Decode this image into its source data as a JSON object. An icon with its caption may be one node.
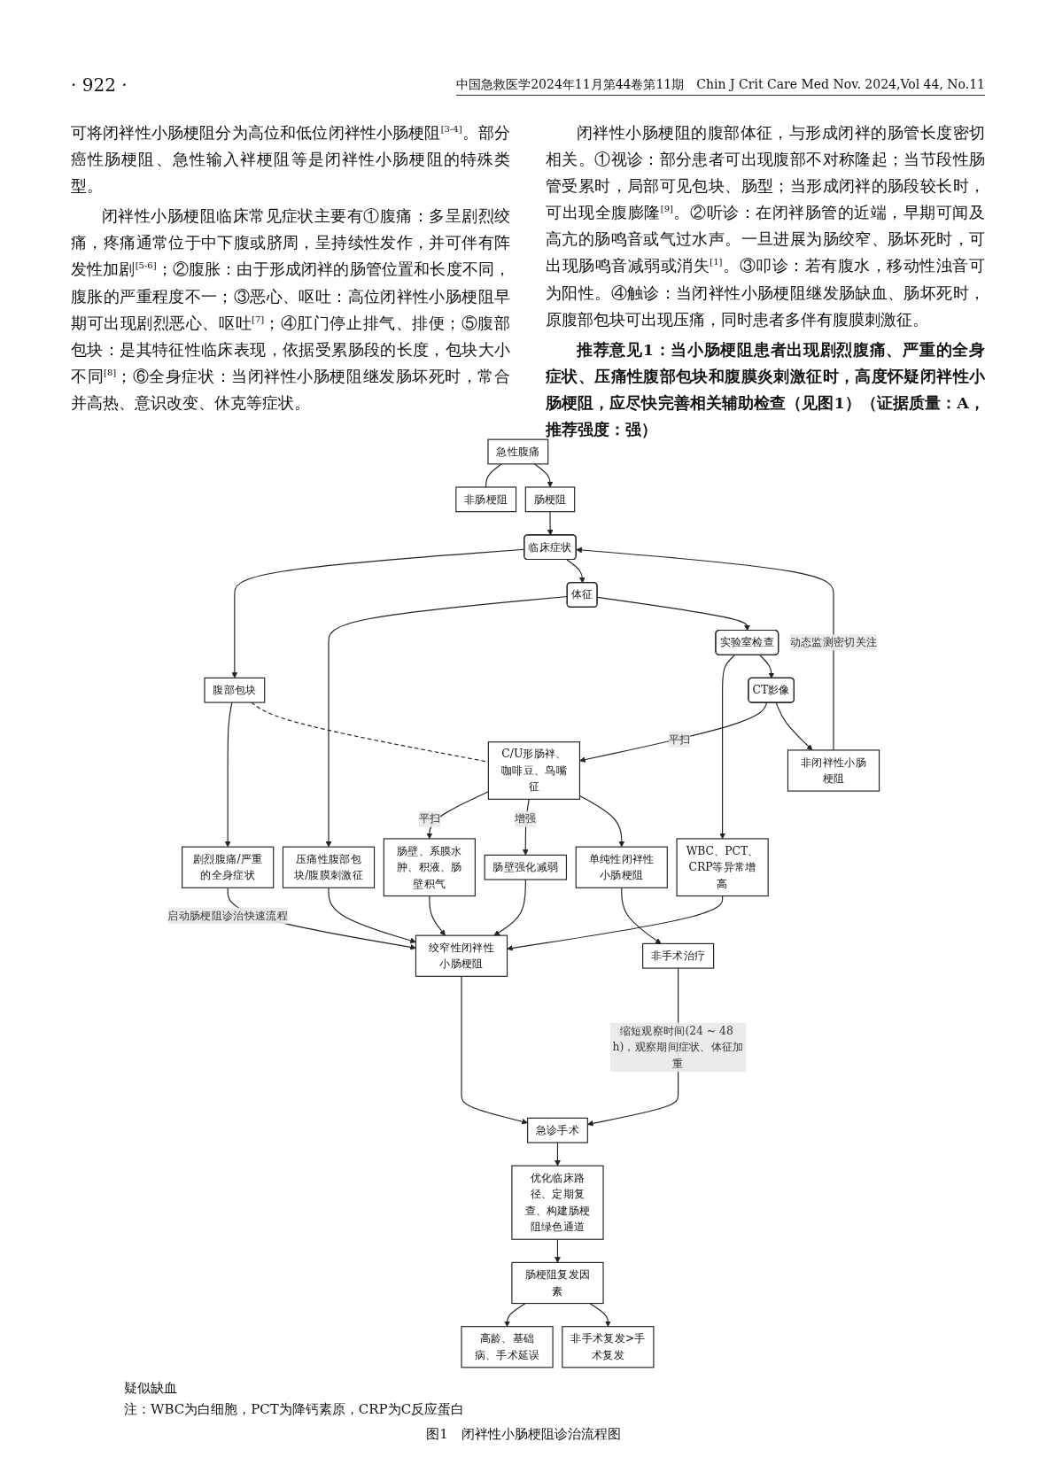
{
  "diagram": {
    "caption": "图1　闭袢性小肠梗阻诊治流程图",
    "nodes": [
      {
        "text": [
          "急性腹痛"
        ]
      },
      {
        "text": [
          "非肠梗阻"
        ]
      },
      {
        "text": [
          "肠梗阻"
        ]
      },
      {
        "text": [
          "临床症状"
        ]
      },
      {
        "text": [
          "腹部包块"
        ]
      },
      {
        "text": [
          "剧烈腹痛/严重的全身症状"
        ]
      },
      {
        "text": [
          "体征"
        ]
      },
      {
        "text": [
          "压痛性腹部包块/腹膜刺激征"
        ]
      },
      {
        "text": [
          "实验室检查"
        ]
      },
      {
        "text": [
          "WBC、PCT、CRP等异常增高"
        ]
      },
      {
        "text": [
          "CT影像"
        ]
      },
      {
        "text": [
          "C/U形肠袢、咖啡豆、鸟嘴征"
        ]
      },
      {
        "text": [
          "肠壁、系膜水肿、积液、肠壁积气"
        ]
      },
      {
        "text": [
          "肠壁强化减弱"
        ]
      },
      {
        "text": [
          "非闭袢性小肠梗阻"
        ]
      },
      {
        "text": [
          "单纯性闭袢性小肠梗阻"
        ]
      },
      {
        "text": [
          "绞窄性闭袢性小肠梗阻"
        ]
      },
      {
        "text": [
          "非手术治疗"
        ]
      },
      {
        "text": [
          "急诊手术"
        ]
      },
      {
        "text": [
          "优化临床路径、定期复查、构建肠梗阻绿色通道"
        ]
      },
      {
        "text": [
          "肠梗阻复发因素"
        ]
      },
      {
        "text": [
          "高龄、基础病、手术延误"
        ]
      },
      {
        "text": [
          "非手术复发>手术复发"
        ]
      }
    ],
    "edges": [
      {
        "from": 0,
        "to": 1,
        "arrow": "none"
      },
      {
        "from": 0,
        "to": 2,
        "arrow": "to"
      },
      {
        "from": 2,
        "to": 3,
        "arrow": "to"
      },
      {
        "from": 3,
        "to": 4,
        "arrow": "to"
      },
      {
        "from": 4,
        "to": 5,
        "arrow": "to"
      },
      {
        "from": 3,
        "to": 6,
        "arrow": "to"
      },
      {
        "from": 6,
        "to": 7,
        "arrow": "to"
      },
      {
        "from": 6,
        "to": 8,
        "arrow": "to"
      },
      {
        "from": 8,
        "to": 9,
        "arrow": "to"
      },
      {
        "from": 8,
        "to": 10,
        "arrow": "to"
      },
      {
        "from": 10,
        "to": 11,
        "label": "平扫",
        "arrow": "to"
      },
      {
        "from": 4,
        "to": 11,
        "arrow": "none",
        "style": "dashed"
      },
      {
        "from": 11,
        "to": 12,
        "label": "平扫",
        "arrow": "to"
      },
      {
        "from": 11,
        "to": 13,
        "label": "增强",
        "arrow": "to"
      },
      {
        "from": 5,
        "to": 16,
        "label": "启动肠梗阻诊治快速流程",
        "arrow": "to"
      },
      {
        "from": 7,
        "to": 16,
        "arrow": "to"
      },
      {
        "from": 9,
        "to": 16,
        "arrow": "to"
      },
      {
        "from": 12,
        "to": 16,
        "arrow": "to"
      },
      {
        "from": 13,
        "to": 16,
        "arrow": "to"
      },
      {
        "from": 10,
        "to": 14,
        "arrow": "to"
      },
      {
        "from": 14,
        "to": 3,
        "label": "动态监测密切关注",
        "arrow": "to"
      },
      {
        "from": 11,
        "to": 15,
        "arrow": "to"
      },
      {
        "from": 15,
        "to": 17,
        "arrow": "to"
      },
      {
        "from": 17,
        "to": 18,
        "label": "缩短观察时间(24 ~ 48 h)，观察期间症状、体征加重",
        "arrow": "to"
      },
      {
        "from": 16,
        "to": 18,
        "arrow": "to"
      },
      {
        "from": 18,
        "to": 19,
        "arrow": "to"
      },
      {
        "from": 19,
        "to": 20,
        "arrow": "to"
      },
      {
        "from": 20,
        "to": 21,
        "arrow": "to"
      },
      {
        "from": 20,
        "to": 22,
        "arrow": "to"
      }
    ],
    "labels": [
      "· 922 ·",
      "中国急救医学2024年11月第44卷第11期　Chin J Crit Care Med Nov. 2024,Vol 44, No.11",
      "可将闭袢性小肠梗阻分为高位和低位闭袢性小肠梗阻$^{[3-4]}$。部分癌性肠梗阻、急性输入袢梗阻等是闭袢性小肠梗阻的特殊类型。",
      "闭袢性小肠梗阻临床常见症状主要有①腹痛：多呈剧烈绞痛，疼痛通常位于中下腹或脐周，呈持续性发作，并可伴有阵发性加剧$^{[5-6]}$；②腹胀：由于形成闭袢的肠管位置和长度不同，腹胀的严重程度不一；③恶心、呕吐：高位闭袢性小肠梗阻早期可出现剧烈恶心、呕吐$^{[7]}$；④肛门停止排气、排便；⑤腹部包块：是其特征性临床表现，依据受累肠段的长度，包块大小不同$^{[8]}$；⑥全身症状：当闭袢性小肠梗阻继发肠坏死时，常合并高热、意识改变、休克等症状。",
      "闭袢性小肠梗阻的腹部体征，与形成闭袢的肠管长度密切相关。①视诊：部分患者可出现腹部不对称隆起；当节段性肠管受累时，局部可见包块、肠型；当形成闭袢的肠段较长时，可出现全腹膨隆$^{[9]}$。②听诊：在闭袢肠管的近端，早期可闻及高亢的肠鸣音或气过水声。一旦进展为肠绞窄、肠坏死时，可出现肠鸣音减弱或消失$^{[1]}$。③叩诊：若有腹水，移动性浊音可为阳性。④触诊：当闭袢性小肠梗阻继发肠缺血、肠坏死时，原腹部包块可出现压痛，同时患者多伴有腹膜刺激征。",
      "推荐意见1：当小肠梗阻患者出现剧烈腹痛、严重的全身症状、压痛性腹部包块和腹膜炎刺激征时，高度怀疑闭袢性小肠梗阻，应尽快完善相关辅助检查（见图1）（证据质量：A，推荐强度：强）",
      "疑似缺血",
      "注：WBC为白细胞，PCT为降钙素原，CRP为C反应蛋白"
    ]
  }
}
